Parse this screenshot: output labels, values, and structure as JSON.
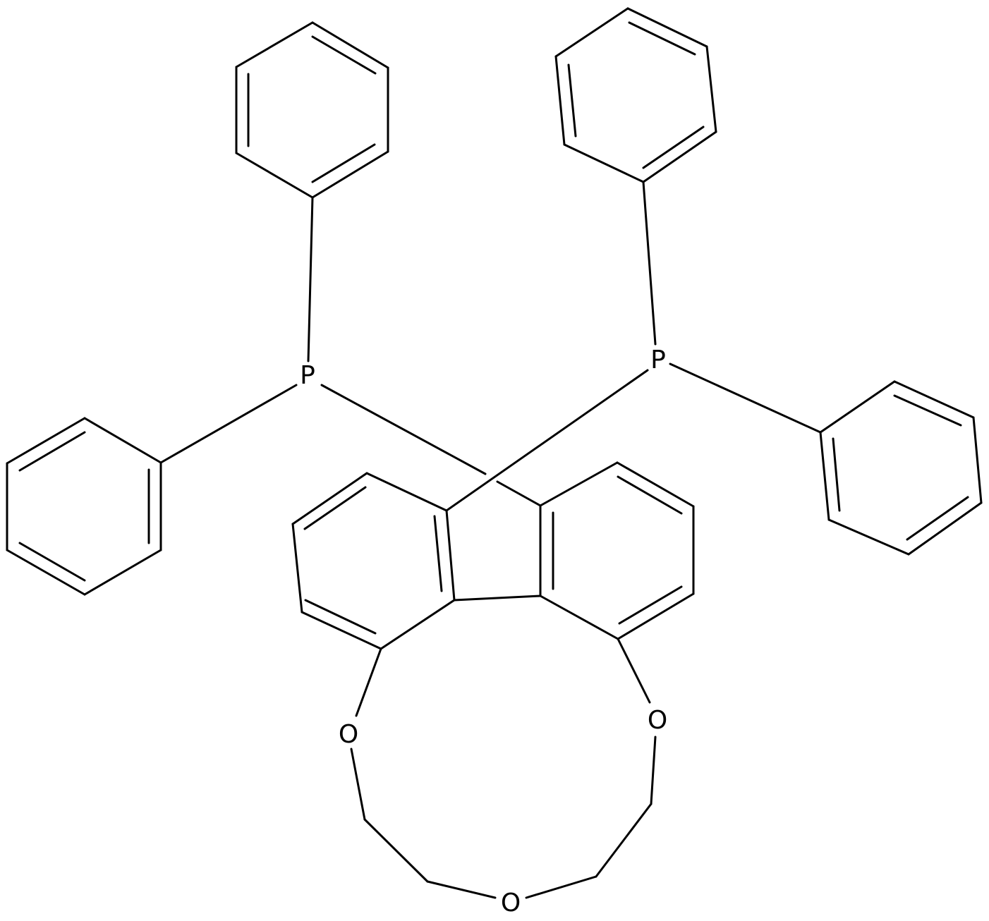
{
  "atoms": {
    "p_left": "P",
    "p_right": "P",
    "o_left": "O",
    "o_right": "O",
    "o_bottom": "O"
  },
  "colors": {
    "bond": "#000000",
    "background": "#ffffff"
  }
}
